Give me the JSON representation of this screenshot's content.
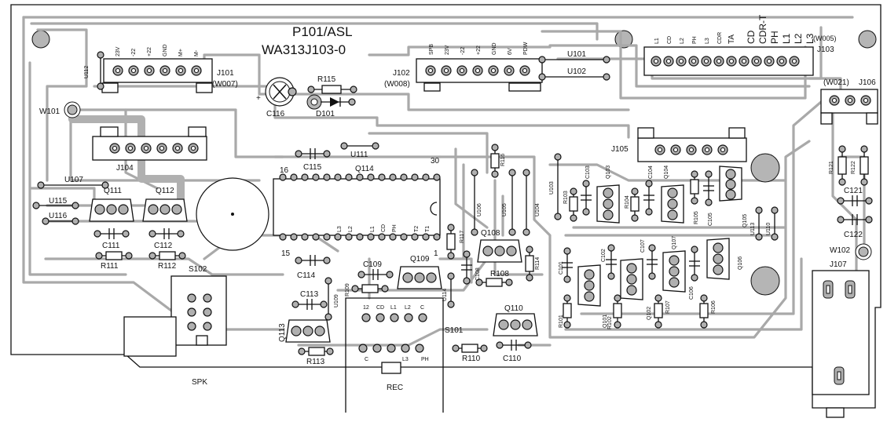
{
  "board": {
    "title": "P101/ASL",
    "part_number": "WA313J103-0"
  },
  "connectors": {
    "j101": {
      "ref": "J101",
      "alt": "(W007)",
      "pins": [
        "23V",
        "-22",
        "+22",
        "GND",
        "M+",
        "M-"
      ]
    },
    "j102": {
      "ref": "J102",
      "alt": "(W008)",
      "pins": [
        "SPB",
        "23V",
        "-22",
        "+22",
        "GND",
        "6V",
        "PDW"
      ]
    },
    "j103": {
      "ref": "J103",
      "alt": "(W005)",
      "pins": [
        "L1",
        "CD",
        "L2",
        "PH",
        "L3",
        "CDR",
        "TA",
        "CD",
        "CDR-T",
        "PH",
        "L1",
        "L2",
        "L3"
      ]
    },
    "j104": {
      "ref": "J104"
    },
    "j105": {
      "ref": "J105"
    },
    "j106": {
      "ref": "J106",
      "alt": "(W021)"
    },
    "j107": {
      "ref": "J107"
    }
  },
  "ic": {
    "ref": "Q114",
    "pin_16": "16",
    "pin_30": "30",
    "pin_15": "15",
    "pin_1": "1",
    "pin_labels": [
      "L3",
      "L2",
      "L1",
      "CD",
      "PH",
      "T2",
      "T1"
    ]
  },
  "transistors": [
    "Q101",
    "Q102",
    "Q103",
    "Q104",
    "Q105",
    "Q106",
    "Q107",
    "Q108",
    "Q109",
    "Q110",
    "Q111",
    "Q112",
    "Q113"
  ],
  "resistors": [
    "R101",
    "R102",
    "R103",
    "R104",
    "R105",
    "R106",
    "R107",
    "R108",
    "R109",
    "R110",
    "R111",
    "R112",
    "R113",
    "R114",
    "R115",
    "R116",
    "R117",
    "R121",
    "R122"
  ],
  "capacitors": [
    "C101",
    "C102",
    "C103",
    "C104",
    "C105",
    "C106",
    "C107",
    "C108",
    "C109",
    "C110",
    "C111",
    "C112",
    "C113",
    "C114",
    "C115",
    "C116",
    "C121",
    "C122"
  ],
  "jumpers": [
    "U101",
    "U102",
    "U103",
    "U104",
    "U105",
    "U106",
    "U107",
    "U109",
    "U110",
    "U111",
    "U112",
    "U113",
    "U114",
    "U115",
    "U116"
  ],
  "misc": {
    "d101": "D101",
    "w101": "W101",
    "w102": "W102",
    "s101": "S101",
    "s102": "S102",
    "spk": "SPK",
    "rec": "REC",
    "s101_pins_top": [
      "12",
      "CD",
      "L1",
      "L2",
      "C"
    ],
    "s101_pins_bottom": [
      "C",
      "L3",
      "PH"
    ],
    "plus": "+"
  }
}
